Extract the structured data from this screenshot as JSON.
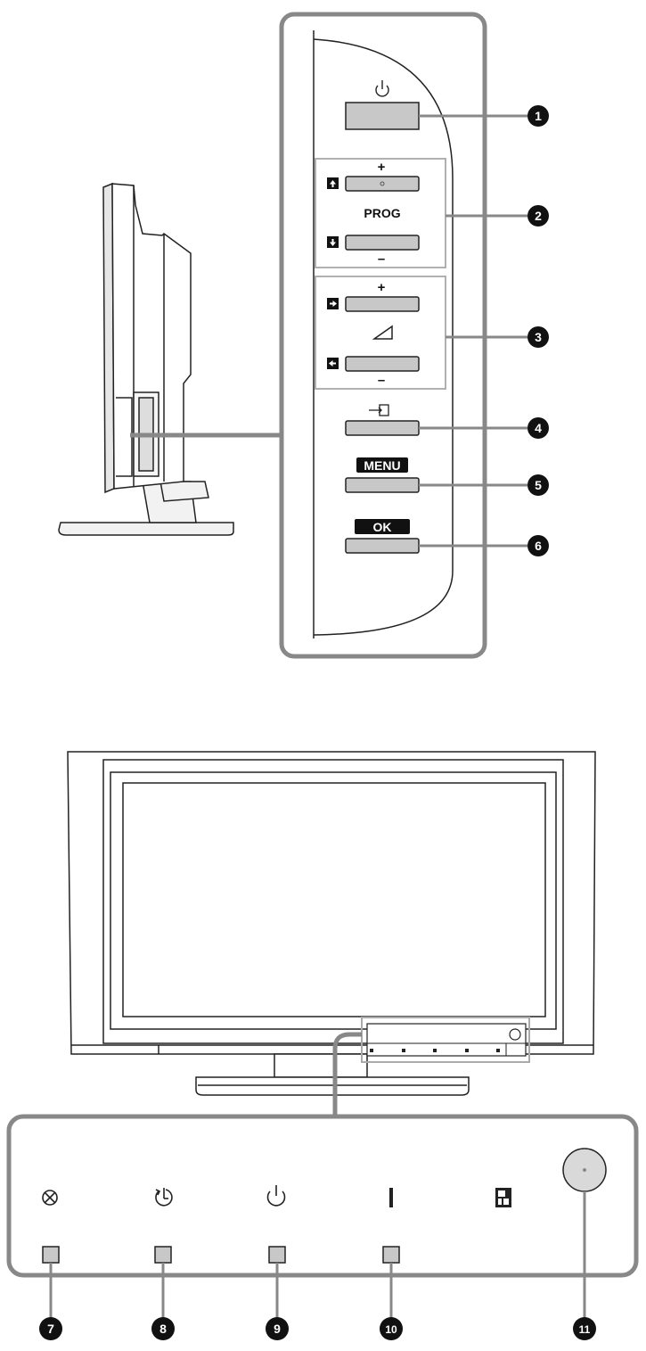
{
  "side_panel": {
    "prog_label": "PROG",
    "menu_label": "MENU",
    "ok_label": "OK",
    "plus_sign": "+",
    "minus_sign": "–"
  },
  "callouts": [
    "1",
    "2",
    "3",
    "4",
    "5",
    "6",
    "7",
    "8",
    "9",
    "10",
    "11"
  ],
  "icons": {
    "power": "power-icon",
    "arrow_up": "arrow-up-icon",
    "arrow_down": "arrow-down-icon",
    "arrow_right": "arrow-right-icon",
    "arrow_left": "arrow-left-icon",
    "volume": "volume-triangle-icon",
    "input": "input-source-icon",
    "picture_off": "picture-off-icon",
    "timer": "timer-icon",
    "standby": "standby-icon",
    "power_on": "power-on-bar-icon",
    "remote_sensor": "remote-sensor-icon"
  },
  "colors": {
    "outline": "#222222",
    "panel_frame": "#777777",
    "button_fill": "#c8c8c8",
    "group_box": "#b0b0b0",
    "callout_fill": "#111111",
    "screen_fill": "#ffffff"
  }
}
